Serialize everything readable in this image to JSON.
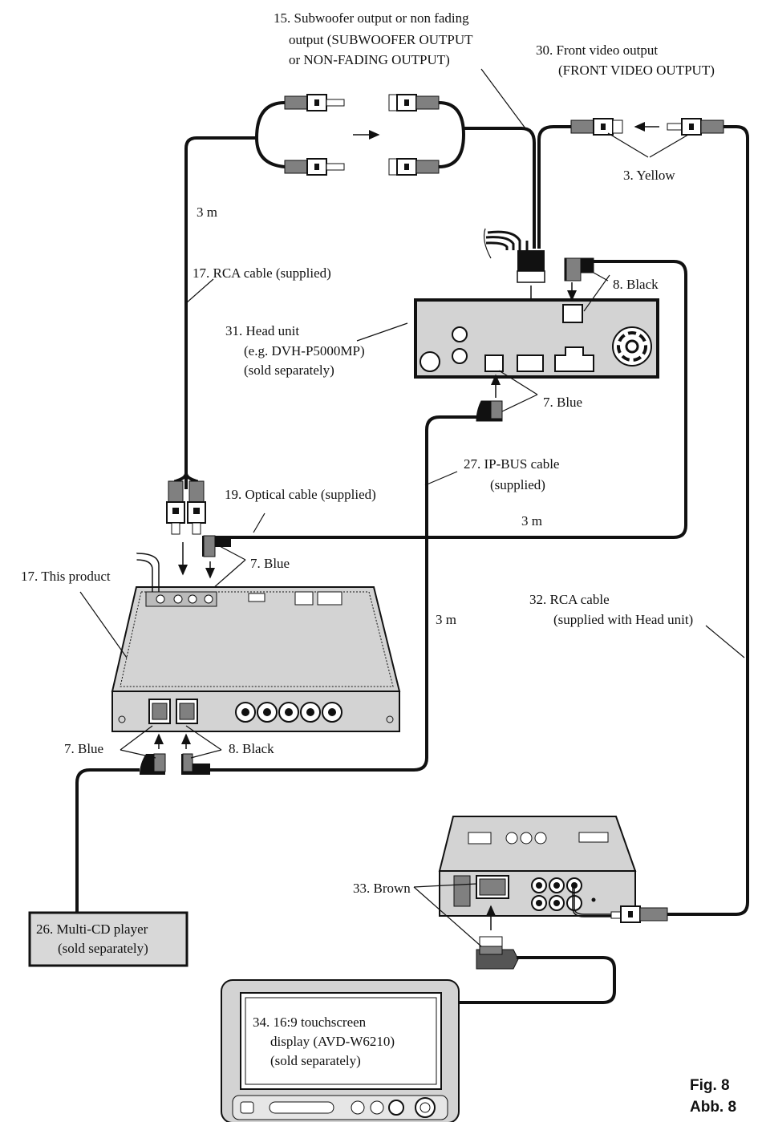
{
  "labels": {
    "sub_output": [
      "15. Subwoofer output or non fading",
      "output (SUBWOOFER OUTPUT",
      "or NON-FADING OUTPUT)"
    ],
    "front_video": [
      "30. Front video output",
      "(FRONT VIDEO OUTPUT)"
    ],
    "yellow": "3. Yellow",
    "three_m_1": "3 m",
    "rca_supplied": "17. RCA cable (supplied)",
    "black_top": "8. Black",
    "head_unit": [
      "31.  Head unit",
      "(e.g. DVH-P5000MP)",
      "(sold separately)"
    ],
    "blue_top": "7. Blue",
    "ipbus": [
      "27. IP-BUS cable",
      "(supplied)"
    ],
    "optical": "19. Optical cable (supplied)",
    "three_m_2": "3 m",
    "blue_mid": "7. Blue",
    "this_product": "17. This product",
    "three_m_3": "3 m",
    "rca_head": [
      "32. RCA cable",
      "(supplied with Head unit)"
    ],
    "blue_bottom": "7. Blue",
    "black_bottom": "8. Black",
    "brown": "33. Brown",
    "multi_cd": [
      "26. Multi-CD player",
      "(sold separately)"
    ],
    "display": [
      "34. 16:9 touchscreen",
      "display (AVD-W6210)",
      "(sold separately)"
    ],
    "fig": "Fig. 8",
    "abb": "Abb. 8"
  },
  "colors": {
    "line": "#111111",
    "box_fill": "#d8d8d8",
    "head_fill": "#d3d3d3",
    "plug_gray": "#808080"
  }
}
